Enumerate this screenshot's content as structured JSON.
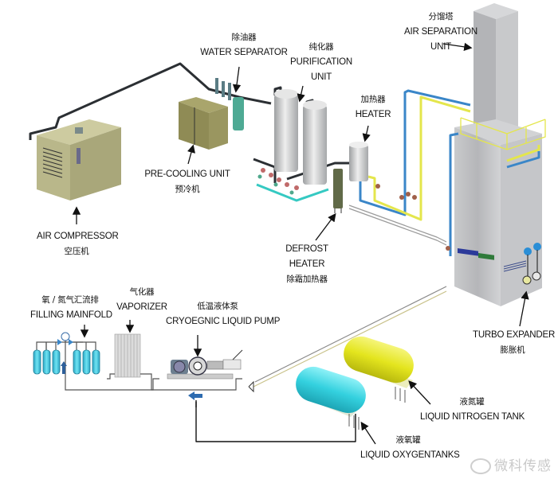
{
  "title": "Air Separation Plant Process Diagram",
  "labels": {
    "air_separation_unit": {
      "zh": "分馏塔",
      "en_line1": "AIR SEPARATION",
      "en_line2": "UNIT"
    },
    "water_separator": {
      "zh": "除油器",
      "en": "WATER SEPARATOR"
    },
    "purification_unit": {
      "zh": "纯化器",
      "en_line1": "PURIFICATION",
      "en_line2": "UNIT"
    },
    "heater": {
      "zh": "加热器",
      "en": "HEATER"
    },
    "pre_cooling_unit": {
      "en": "PRE-COOLING UNIT",
      "zh": "预冷机"
    },
    "air_compressor": {
      "en": "AIR COMPRESSOR",
      "zh": "空压机"
    },
    "defrost_heater": {
      "en_line1": "DEFROST",
      "en_line2": "HEATER",
      "zh": "除霜加热器"
    },
    "filling_manifold": {
      "zh": "氧 / 氮气汇流排",
      "en": "FILLING MAINFOLD"
    },
    "vaporizer": {
      "zh": "气化器",
      "en": "VAPORIZER"
    },
    "cryogenic_pump": {
      "zh": "低温液体泵",
      "en": "CRYOEGNIC LIQUID PUMP"
    },
    "turbo_expander": {
      "en": "TURBO EXPANDER",
      "zh": "膨胀机"
    },
    "liquid_nitrogen_tank": {
      "zh": "液氮罐",
      "en": "LIQUID NITROGEN TANK"
    },
    "liquid_oxygen_tanks": {
      "zh": "液氧罐",
      "en": "LIQUID OXYGENTANKS"
    }
  },
  "watermark": "微科传感",
  "colors": {
    "pipe_dark": "#2b2f33",
    "pipe_blue": "#3a86c8",
    "pipe_yellow": "#e6e84a",
    "pipe_cyan": "#35c9c2",
    "tank_yellow": "#e9ea2a",
    "tank_cyan": "#38d3e0",
    "equipment_olive": "#9c9a6a",
    "column_gray": "#b9babd",
    "cylinder_blue": "#3cc6df"
  }
}
